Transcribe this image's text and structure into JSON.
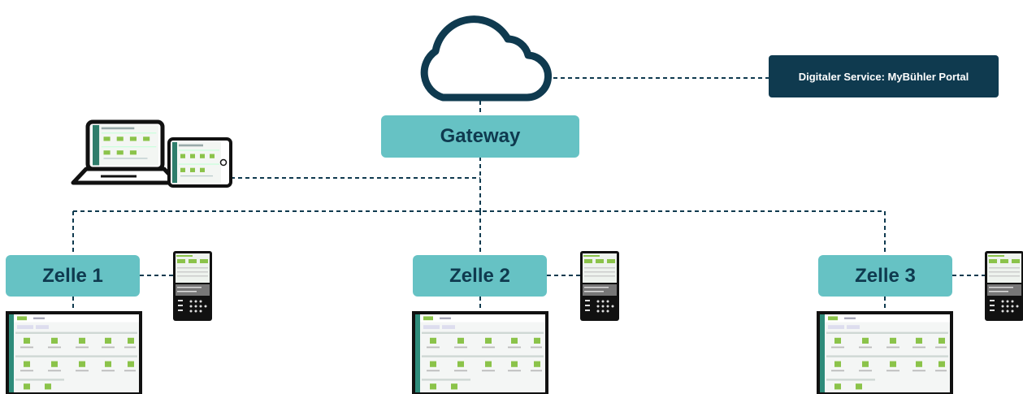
{
  "nodes": {
    "cloud": {
      "label": ""
    },
    "gateway": {
      "label": "Gateway"
    },
    "service": {
      "label": "Digitaler Service: MyBühler Portal"
    },
    "cells": [
      {
        "label": "Zelle 1"
      },
      {
        "label": "Zelle 2"
      },
      {
        "label": "Zelle 3"
      }
    ]
  },
  "devices": {
    "laptop": "laptop-icon",
    "tablet": "tablet-icon",
    "hmi_panels": [
      "hmi-panel-1",
      "hmi-panel-2",
      "hmi-panel-3"
    ],
    "monitors": [
      "monitor-screen-1",
      "monitor-screen-2",
      "monitor-screen-3"
    ]
  },
  "colors": {
    "teal": "#66c2c4",
    "navy": "#0f3a4f",
    "screen_green": "#8bc34a",
    "device_frame": "#111111"
  }
}
